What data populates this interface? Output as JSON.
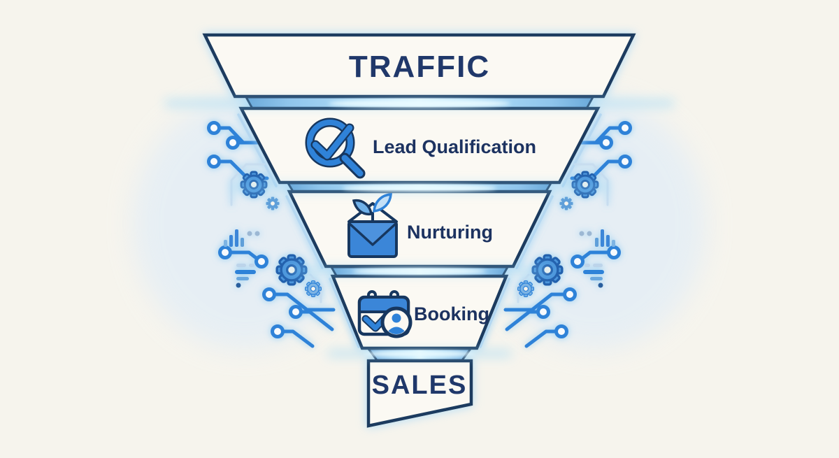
{
  "diagram": {
    "stages": [
      {
        "id": "traffic",
        "label": "TRAFFIC",
        "icon": ""
      },
      {
        "id": "lead-qualification",
        "label": "Lead Qualification",
        "icon": "magnifier-check-icon"
      },
      {
        "id": "nurturing",
        "label": "Nurturing",
        "icon": "envelope-plant-icon"
      },
      {
        "id": "booking",
        "label": "Booking",
        "icon": "calendar-user-icon"
      },
      {
        "id": "sales",
        "label": "SALES",
        "icon": ""
      }
    ]
  },
  "colors": {
    "background": "#f6f4ed",
    "stage_fill": "#fbf9f3",
    "outline_navy": "#1a3a5f",
    "label_navy": "#1c3260",
    "accent_blue": "#2f82d8",
    "band_light_blue": "#9cc6ea",
    "glow_cyan": "#8fd3f7"
  }
}
